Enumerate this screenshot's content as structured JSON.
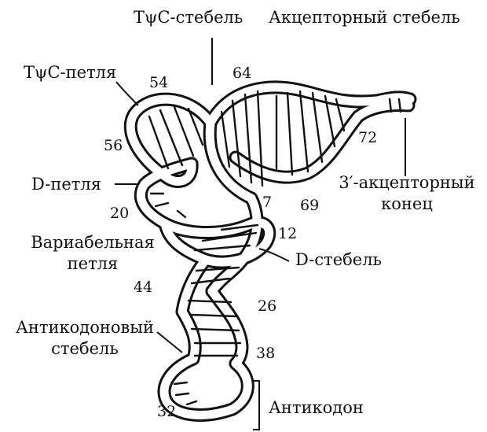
{
  "labels": {
    "tpsic_stem": "TψC-стебель",
    "acceptor_stem": "Акцепторный стебель",
    "tpsic_loop": "TψC-петля",
    "d_loop": "D-петля",
    "variable_loop_line1": "Вариабельная",
    "variable_loop_line2": "петля",
    "d_stem": "D-стебель",
    "acceptor_end_line1": "3′-акцепторный",
    "acceptor_end_line2": "конец",
    "anticodon_stem_line1": "Антикодоновый",
    "anticodon_stem_line2": "стебель",
    "anticodon": "Антикодон"
  },
  "positions": {
    "n54": "54",
    "n64": "64",
    "n56": "56",
    "n72": "72",
    "n7": "7",
    "n69": "69",
    "n20": "20",
    "n12": "12",
    "n44": "44",
    "n26": "26",
    "n38": "38",
    "n32": "32"
  },
  "colors": {
    "ink": "#111111",
    "background": "#ffffff"
  }
}
